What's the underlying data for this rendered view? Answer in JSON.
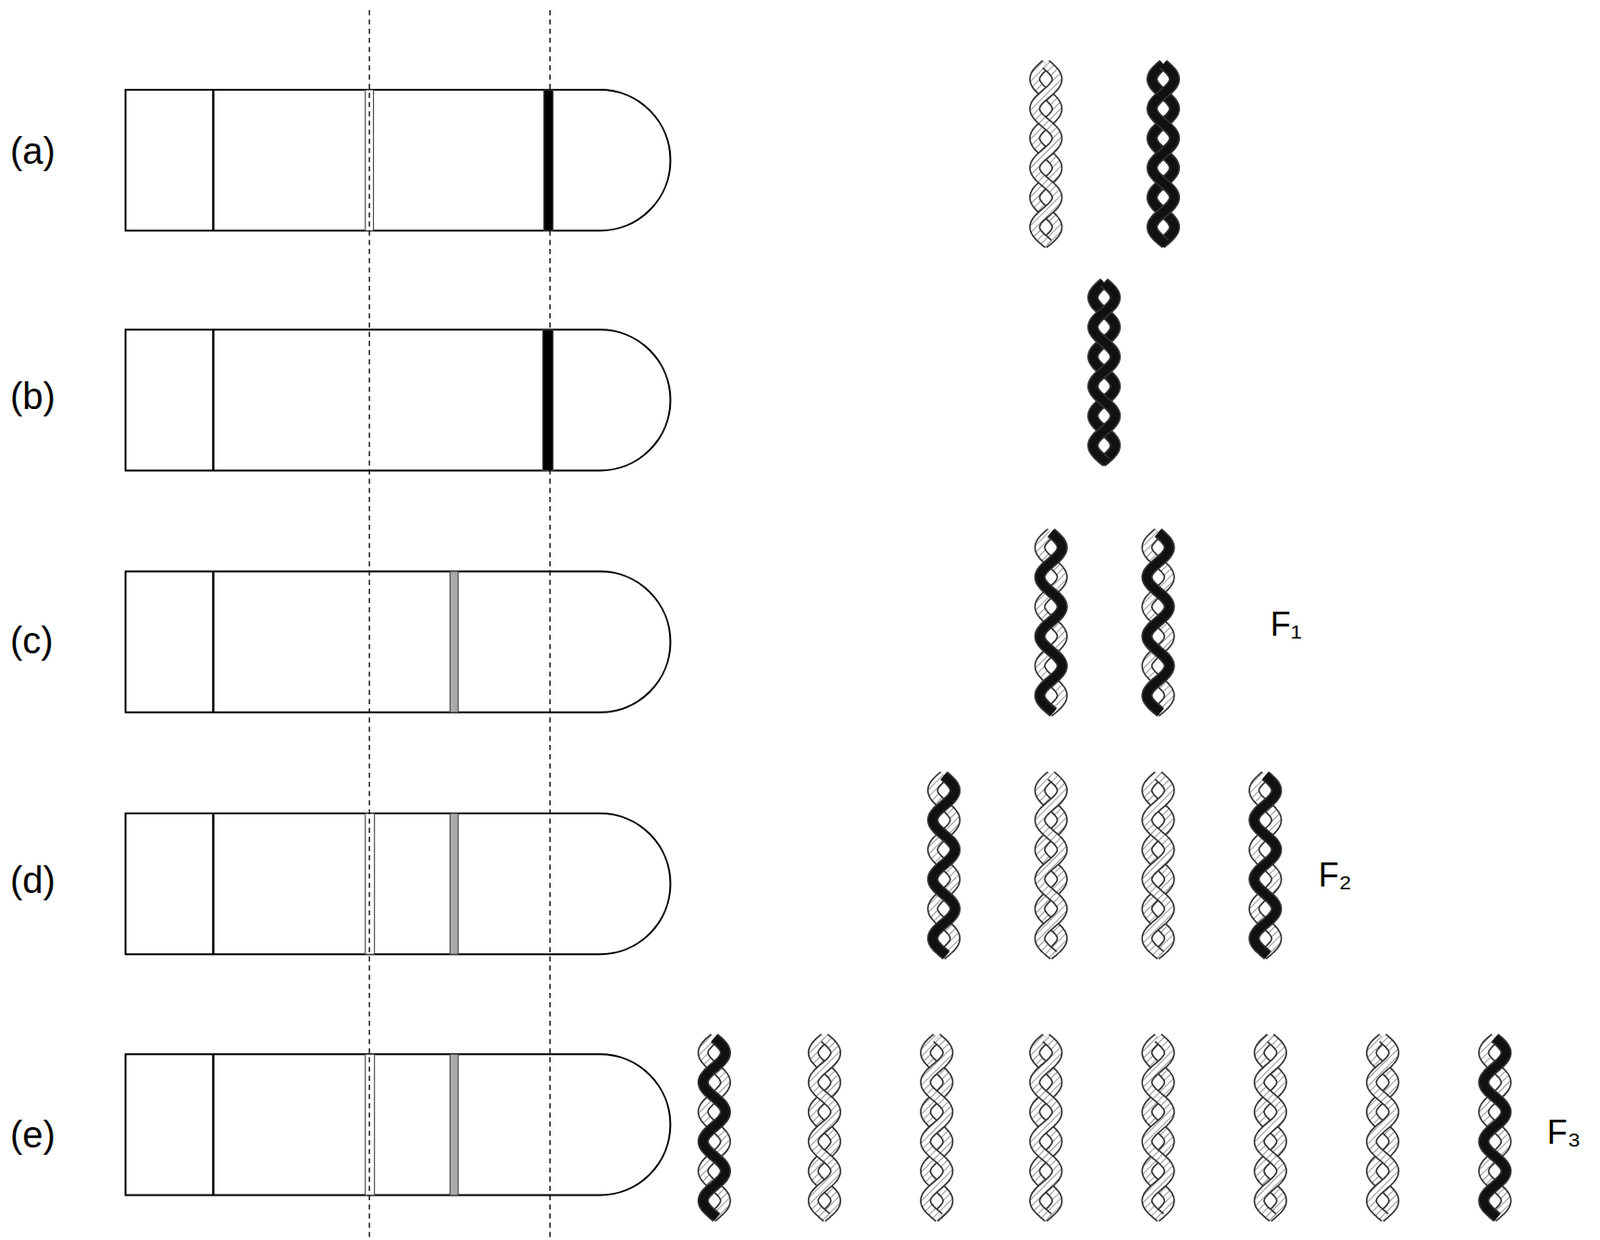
{
  "diagram": {
    "labels": [
      "(a)",
      "(b)",
      "(c)",
      "(d)",
      "(e)",
      "F₁",
      "F₂",
      "F₃"
    ]
  }
}
